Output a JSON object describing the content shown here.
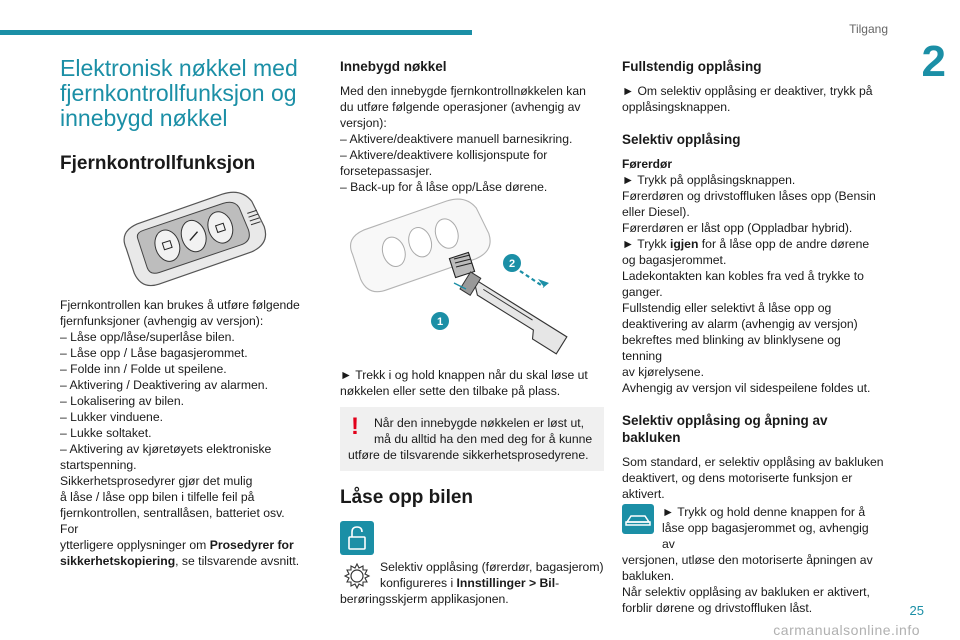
{
  "header": {
    "section": "Tilgang",
    "chapter_number": "2",
    "page_number": "25"
  },
  "watermark": "carmanualsonline.info",
  "col1": {
    "title": "Elektronisk nøkkel med fjernkontrollfunksjon og innebygd nøkkel",
    "heading": "Fjernkontrollfunksjon",
    "lines": [
      "Fjernkontrollen kan brukes å utføre følgende",
      "fjernfunksjoner (avhengig av versjon):",
      "–  Låse opp/låse/superlåse bilen.",
      "–  Låse opp / Låse bagasjerommet.",
      "–  Folde inn / Folde ut speilene.",
      "–  Aktivering / Deaktivering av alarmen.",
      "–  Lokalisering av bilen.",
      "–  Lukker vinduene.",
      "–  Lukke soltaket.",
      "–  Aktivering av kjøretøyets elektroniske",
      "startspenning.",
      "Sikkerhetsprosedyrer gjør det mulig",
      "å låse / låse opp bilen i tilfelle feil på",
      "fjernkontrollen, sentrallåsen, batteriet osv. For"
    ],
    "last_line_pre": "ytterligere opplysninger om ",
    "last_line_bold": "Prosedyrer for",
    "final_bold": "sikkerhetskopiering",
    "final_rest": ", se tilsvarende avsnitt."
  },
  "col2": {
    "heading": "Innebygd nøkkel",
    "lines": [
      "Med den innebygde fjernkontrollnøkkelen kan",
      "du utføre følgende operasjoner (avhengig av",
      "versjon):",
      "–  Aktivere/deaktivere manuell barnesikring.",
      "–  Aktivere/deaktivere kollisjonspute for",
      "forsetepassasjer.",
      "–  Back-up for å låse opp/Låse dørene."
    ],
    "callout_1": "1",
    "callout_2": "2",
    "step_lines": [
      "►  Trekk i og hold knappen når du skal løse ut",
      "nøkkelen eller sette den tilbake på plass."
    ],
    "warning_lines": [
      "Når den innebygde nøkkelen er løst ut,",
      "må du alltid ha den med deg for å kunne",
      "utføre de tilsvarende sikkerhetsprosedyrene."
    ],
    "warning_icon": "!",
    "heading2": "Låse opp bilen",
    "config_line1": "Selektiv opplåsing (førerdør, bagasjerom)",
    "config_line2_pre": "konfigureres i ",
    "config_line2_bold": "Innstillinger > Bil",
    "config_line2_post": "-",
    "config_line3": "berøringsskjerm applikasjonen."
  },
  "col3": {
    "heading_full": "Fullstendig opplåsing",
    "full_lines": [
      "►  Om selektiv opplåsing er deaktiver, trykk på",
      "opplåsingsknappen."
    ],
    "heading_selective": "Selektiv opplåsing",
    "sub_driver": "Førerdør",
    "sel_lines_a": [
      "►  Trykk på opplåsingsknappen.",
      "Førerdøren og drivstoffluken låses opp (Bensin",
      "eller Diesel).",
      "Førerdøren er låst opp (Oppladbar hybrid)."
    ],
    "sel_again_pre": "►  Trykk ",
    "sel_again_bold": "igjen",
    "sel_again_post": " for å låse opp de andre dørene",
    "sel_lines_b": [
      "og bagasjerommet.",
      "Ladekontakten kan kobles fra ved å trykke to",
      "ganger.",
      "Fullstendig eller selektivt å låse opp og",
      "deaktivering av alarm (avhengig av versjon)",
      "bekreftes med blinking av blinklysene og tenning",
      "av kjørelysene.",
      "Avhengig av versjon vil sidespeilene foldes ut."
    ],
    "heading_tailgate": "Selektiv opplåsing og åpning av bakluken",
    "tail_lines": [
      "Som standard, er selektiv opplåsing av bakluken",
      "deaktivert, og dens motoriserte funksjon er",
      "aktivert."
    ],
    "tail_step1": "►  Trykk og hold denne knappen for å",
    "tail_step2": "låse opp bagasjerommet og, avhengig av",
    "tail_after": [
      "versjonen, utløse den motoriserte åpningen av",
      "bakluken.",
      "Når selektiv opplåsing av bakluken er aktivert,",
      "forblir dørene og drivstoffluken låst."
    ]
  },
  "colors": {
    "accent": "#1b8fa6",
    "warning": "#e2001a"
  }
}
